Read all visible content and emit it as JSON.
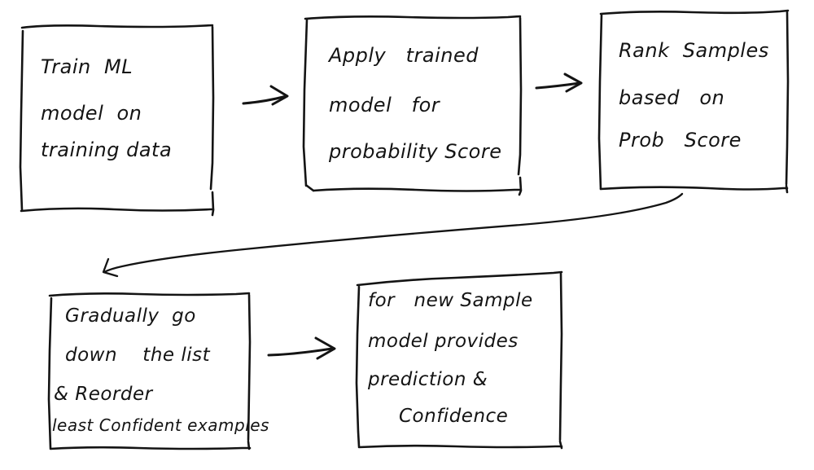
{
  "diagram": {
    "title": "ML active learning flowchart",
    "style": "hand-drawn sketch",
    "ink_color": "#141414",
    "background_color": "#ffffff"
  },
  "nodes": [
    {
      "id": "train-model",
      "name": "box-train-model",
      "lines": [
        "Train  ML",
        "model  on",
        "training data"
      ],
      "line1": "Train  ML",
      "line2": "model  on",
      "line3": "training data"
    },
    {
      "id": "apply-model",
      "name": "box-apply-model",
      "lines": [
        "Apply   trained",
        "model  for",
        "probability Score"
      ],
      "line1": "Apply   trained",
      "line2": "model   for",
      "line3": "probability Score"
    },
    {
      "id": "rank-samples",
      "name": "box-rank-samples",
      "lines": [
        "Rank  Samples",
        "based  on",
        "Prob  Score"
      ],
      "line1": "Rank  Samples",
      "line2": "based   on",
      "line3": "Prob   Score"
    },
    {
      "id": "reorder-list",
      "name": "box-reorder-list",
      "lines": [
        "Gradually  go",
        "down   the list",
        "& Reorder",
        "least Confident examples"
      ],
      "line1": "Gradually  go",
      "line2": "down    the list",
      "line3": "& Reorder",
      "line4": "least Confident examples"
    },
    {
      "id": "new-sample",
      "name": "box-new-sample",
      "lines": [
        "for  new Sample",
        "model provides",
        "prediction &",
        "Confidence"
      ],
      "line1": "for   new Sample",
      "line2": "model provides",
      "line3": "prediction &",
      "line4": "Confidence"
    }
  ],
  "arrows": [
    {
      "id": "arrow-1",
      "name": "arrow-train-to-apply",
      "from": "train-model",
      "to": "apply-model",
      "shape": "straight-right"
    },
    {
      "id": "arrow-2",
      "name": "arrow-apply-to-rank",
      "from": "apply-model",
      "to": "rank-samples",
      "shape": "straight-right"
    },
    {
      "id": "arrow-3",
      "name": "arrow-rank-to-reorder",
      "from": "rank-samples",
      "to": "reorder-list",
      "shape": "long-curve-left"
    },
    {
      "id": "arrow-4",
      "name": "arrow-reorder-to-newsample",
      "from": "reorder-list",
      "to": "new-sample",
      "shape": "straight-right"
    }
  ]
}
